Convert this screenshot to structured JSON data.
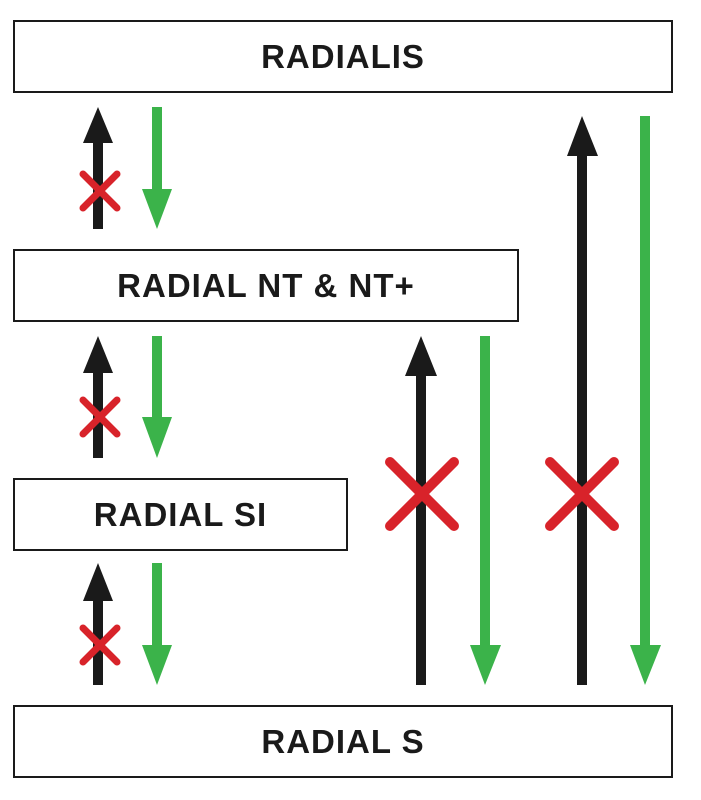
{
  "boxes": {
    "radialis": "RADIALIS",
    "radial_nt": "RADIAL NT & NT+",
    "radial_si": "RADIAL SI",
    "radial_s": "RADIAL S"
  },
  "colors": {
    "up_arrow": "#1a1a1a",
    "down_arrow": "#3bb34a",
    "blocked_cross": "#d8232a"
  }
}
